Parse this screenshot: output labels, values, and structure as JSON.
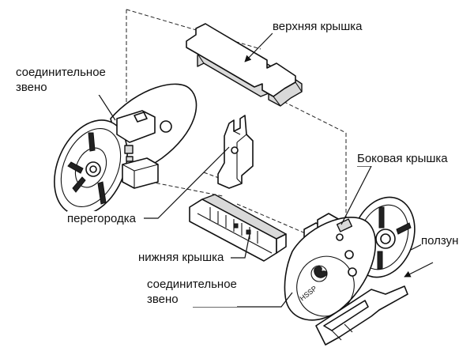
{
  "labels": {
    "top_cover": "верхняя крышка",
    "link_top": [
      "соединительное",
      "звено"
    ],
    "partition": "перегородка",
    "side_cover": "Боковая крышка",
    "slider": "ползун",
    "bottom_cover": "нижняя крышка",
    "link_bottom": [
      "соединительное",
      "звено"
    ]
  },
  "markings": {
    "brand_stamp": "HSSP"
  }
}
